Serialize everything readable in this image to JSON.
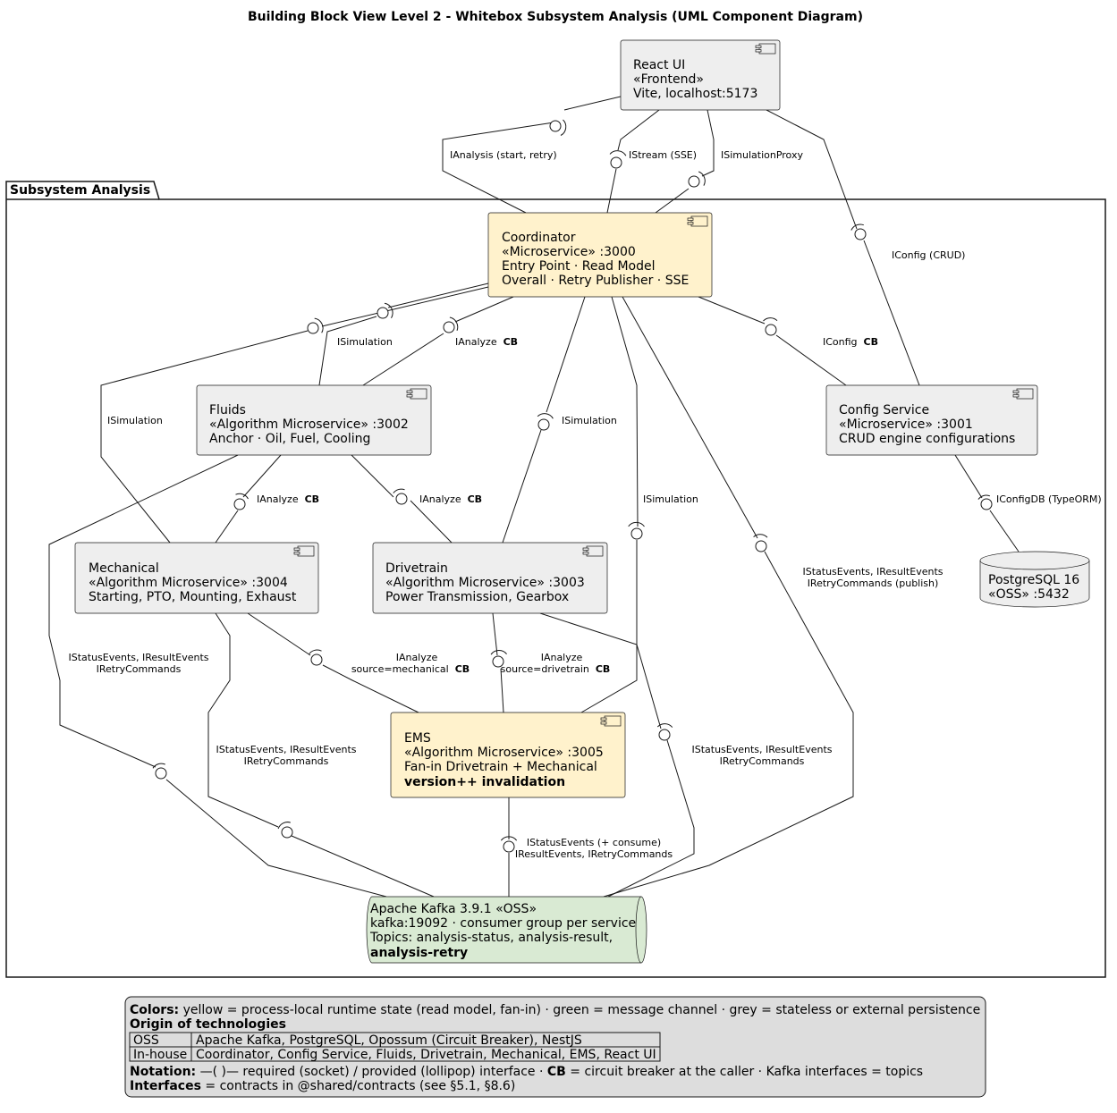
{
  "title": "Building Block View Level 2 - Whitebox Subsystem Analysis (UML Component Diagram)",
  "package": "Subsystem Analysis",
  "colors": {
    "default_fill": "#EEEEEE",
    "stateful_fill": "#FFF2CC",
    "channel_fill": "#D9EAD3",
    "legend_fill": "#DDDDDD",
    "stroke": "#181818"
  },
  "components": {
    "react_ui": [
      "React UI",
      "«Frontend»",
      "Vite, localhost:5173"
    ],
    "coordinator": [
      "Coordinator",
      "«Microservice» :3000",
      "Entry Point · Read Model",
      "Overall · Retry Publisher · SSE"
    ],
    "fluids": [
      "Fluids",
      "«Algorithm Microservice» :3002",
      "Anchor · Oil, Fuel, Cooling"
    ],
    "config_service": [
      "Config Service",
      "«Microservice» :3001",
      "CRUD engine configurations"
    ],
    "mechanical": [
      "Mechanical",
      "«Algorithm Microservice» :3004",
      "Starting, PTO, Mounting, Exhaust"
    ],
    "drivetrain": [
      "Drivetrain",
      "«Algorithm Microservice» :3003",
      "Power Transmission, Gearbox"
    ],
    "ems": [
      "EMS",
      "«Algorithm Microservice» :3005",
      "Fan-in Drivetrain + Mechanical",
      "version++ invalidation"
    ],
    "postgres": [
      "PostgreSQL 16",
      "«OSS» :5432"
    ],
    "kafka": [
      "Apache Kafka 3.9.1 «OSS»",
      "kafka:19092 · consumer group per service",
      "Topics: analysis-status, analysis-result,",
      "analysis-retry"
    ]
  },
  "interfaces": {
    "ianalysis": "IAnalysis (start, retry)",
    "istream": "IStream (SSE)",
    "isimproxy": "ISimulationProxy",
    "iconfig_crud": "IConfig (CRUD)",
    "isim_fluids": "ISimulation",
    "ianalyze_fluids": "IAnalyze",
    "iconfig": "IConfig",
    "isim_mech": "ISimulation",
    "isim_drive": "ISimulation",
    "isim_ems": "ISimulation",
    "iconfigdb": "IConfigDB (TypeORM)",
    "ianalyze_mech": "IAnalyze",
    "ianalyze_drive": "IAnalyze",
    "status_coord": [
      "IStatusEvents, IResultEvents",
      "IRetryCommands (publish)"
    ],
    "status_fluids": [
      "IStatusEvents, IResultEvents",
      "IRetryCommands"
    ],
    "ianalyze_src_mech": [
      "IAnalyze",
      "source=mechanical"
    ],
    "ianalyze_src_drive": [
      "IAnalyze",
      "source=drivetrain"
    ],
    "status_mech": [
      "IStatusEvents, IResultEvents",
      "IRetryCommands"
    ],
    "status_drive": [
      "IStatusEvents, IResultEvents",
      "IRetryCommands"
    ],
    "status_ems": [
      "IStatusEvents (+ consume)",
      "IResultEvents, IRetryCommands"
    ],
    "cb": "CB"
  },
  "legend": {
    "colors_label": "Colors:",
    "colors_text": " yellow = process-local runtime state (read model, fan-in) · green = message channel · grey = stateless or external persistence",
    "origin_title": "Origin of technologies",
    "table": [
      [
        "OSS",
        "Apache Kafka, PostgreSQL, Opossum (Circuit Breaker), NestJS"
      ],
      [
        "In-house",
        "Coordinator, Config Service, Fluids, Drivetrain, Mechanical, EMS, React UI"
      ]
    ],
    "notation_label": "Notation:",
    "notation_text_1": " —( )— required (socket) / provided (lollipop) interface · ",
    "notation_cb": "CB",
    "notation_text_2": " = circuit breaker at the caller · Kafka interfaces = topics",
    "interfaces_label": "Interfaces",
    "interfaces_text": " = contracts in @shared/contracts (see §5.1, §8.6)"
  }
}
